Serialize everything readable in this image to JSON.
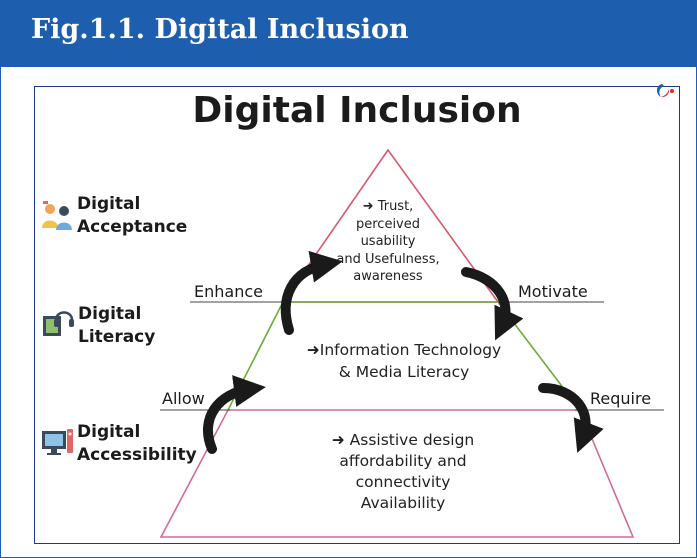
{
  "header": {
    "title": "Fig.1.1. Digital Inclusion"
  },
  "diagram": {
    "title": "Digital Inclusion",
    "levels": [
      {
        "line1": "Digital",
        "line2": "Acceptance",
        "icon": "people-icon"
      },
      {
        "line1": "Digital",
        "line2": "Literacy",
        "icon": "headphones-book-icon"
      },
      {
        "line1": "Digital",
        "line2": "Accessibility",
        "icon": "computer-icon"
      }
    ],
    "tiers": [
      {
        "lines": [
          "➜ Trust,",
          "perceived",
          "usability",
          "and Usefulness,",
          "awareness"
        ]
      },
      {
        "lines": [
          "➜Information Technology",
          "& Media Literacy"
        ]
      },
      {
        "lines": [
          "➜ Assistive design",
          "affordability and",
          "connectivity",
          "Availability"
        ]
      }
    ],
    "connectors": {
      "enhance": "Enhance",
      "motivate": "Motivate",
      "allow": "Allow",
      "require": "Require"
    },
    "colors": {
      "header_bg": "#1d5fae",
      "top_tier": "#d9586e",
      "middle_tier": "#6cab3a",
      "bottom_tier": "#d36a9b",
      "arrow": "#1a1a1a"
    }
  }
}
